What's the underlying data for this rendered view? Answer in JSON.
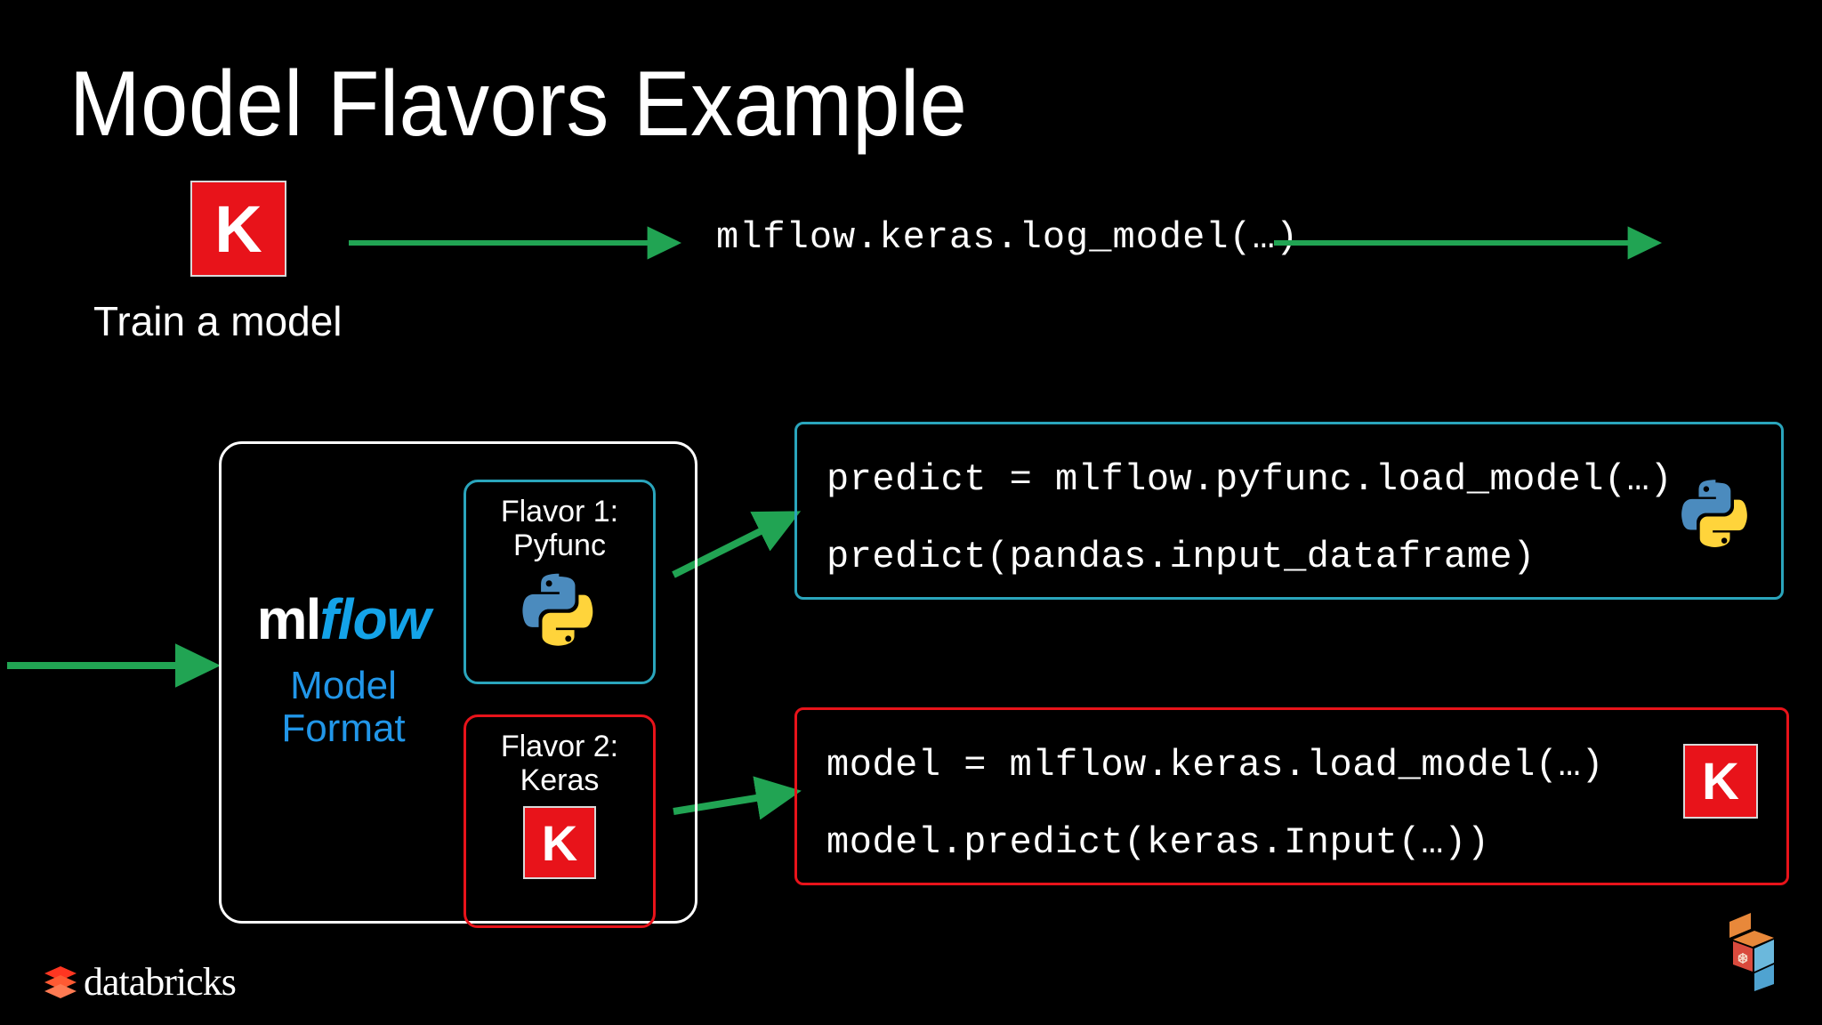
{
  "slide": {
    "title": "Model Flavors Example",
    "background_color": "#000000"
  },
  "train_stage": {
    "badge_letter": "K",
    "badge_name": "keras-logo",
    "badge_color": "#E8131A",
    "caption": "Train a model",
    "log_model_code": "mlflow.keras.log_model(…)"
  },
  "model_format": {
    "logo_ml": "ml",
    "logo_flow": "flow",
    "label_line_1": "Model",
    "label_line_2": "Format",
    "label_color": "#2196E8",
    "border_color": "#FFFFFF",
    "flavors": [
      {
        "title_line_1": "Flavor 1:",
        "title_line_2": "Pyfunc",
        "icon": "python-logo",
        "border_color": "#2AA5BC"
      },
      {
        "title_line_1": "Flavor 2:",
        "title_line_2": "Keras",
        "icon": "keras-logo",
        "badge_letter": "K",
        "border_color": "#E8131A"
      }
    ]
  },
  "code_panels": [
    {
      "name": "pyfunc",
      "border_color": "#2AA5BC",
      "line_1": "predict = mlflow.pyfunc.load_model(…)",
      "line_2": "predict(pandas.input_dataframe)",
      "icon": "python-logo"
    },
    {
      "name": "keras",
      "border_color": "#E8131A",
      "line_1": "model = mlflow.keras.load_model(…)",
      "line_2": "model.predict(keras.Input(…))",
      "icon": "keras-logo",
      "badge_letter": "K"
    }
  ],
  "arrows": {
    "color": "#21A453",
    "names": [
      "train-to-logcode-arrow",
      "logcode-to-right-arrow",
      "left-into-model-format-arrow",
      "pyfunc-to-code-arrow",
      "keras-to-code-arrow"
    ]
  },
  "footer": {
    "brand": "databricks",
    "brand_mark_color": "#FF5A33"
  }
}
